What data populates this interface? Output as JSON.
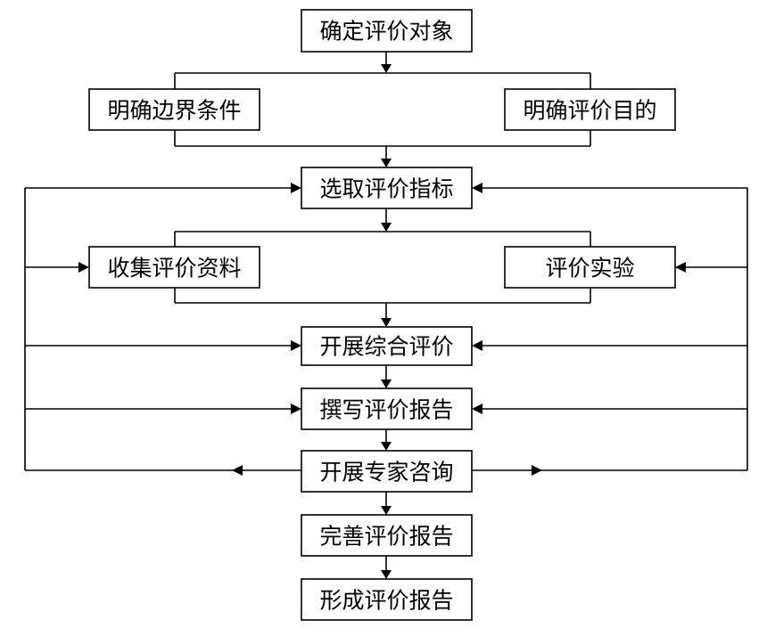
{
  "nodes": {
    "determine_target": "确定评价对象",
    "boundary_conditions": "明确边界条件",
    "evaluation_purpose": "明确评价目的",
    "select_indicators": "选取评价指标",
    "collect_data": "收集评价资料",
    "experiment": "评价实验",
    "comprehensive_eval": "开展综合评价",
    "write_report": "撰写评价报告",
    "expert_consult": "开展专家咨询",
    "improve_report": "完善评价报告",
    "final_report": "形成评价报告"
  }
}
